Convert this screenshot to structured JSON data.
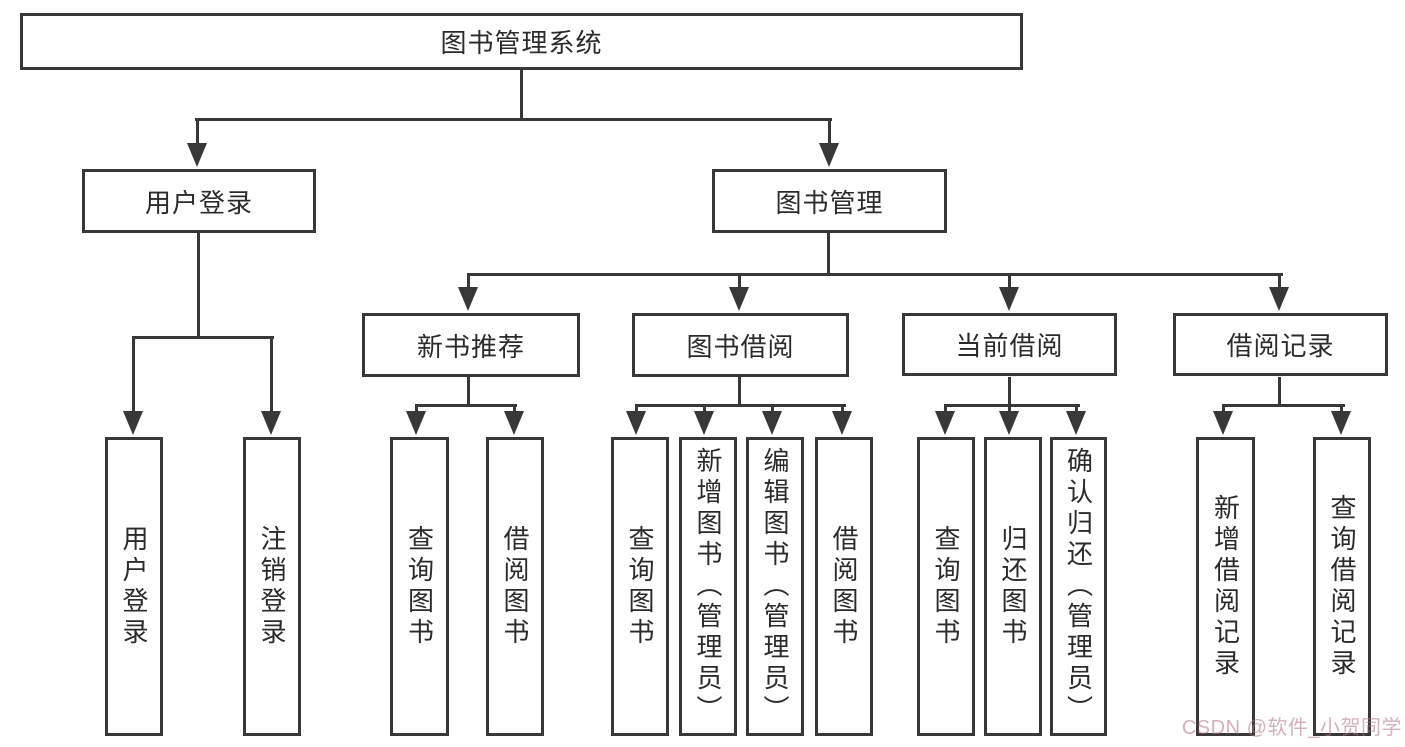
{
  "tree": {
    "label": "图书管理系统",
    "children": [
      {
        "label": "用户登录",
        "children": [
          {
            "label": "用户登录"
          },
          {
            "label": "注销登录"
          }
        ]
      },
      {
        "label": "图书管理",
        "children": [
          {
            "label": "新书推荐",
            "children": [
              {
                "label": "查询图书"
              },
              {
                "label": "借阅图书"
              }
            ]
          },
          {
            "label": "图书借阅",
            "children": [
              {
                "label": "查询图书"
              },
              {
                "label": "新增图书（管理员）"
              },
              {
                "label": "编辑图书（管理员）"
              },
              {
                "label": "借阅图书"
              }
            ]
          },
          {
            "label": "当前借阅",
            "children": [
              {
                "label": "查询图书"
              },
              {
                "label": "归还图书"
              },
              {
                "label": "确认归还（管理员）"
              }
            ]
          },
          {
            "label": "借阅记录",
            "children": [
              {
                "label": "新增借阅记录"
              },
              {
                "label": "查询借阅记录"
              }
            ]
          }
        ]
      }
    ]
  },
  "watermark": {
    "text": "CSDN @软件_小贺同学"
  },
  "colors": {
    "line": "#383838",
    "text": "#2b2b2b",
    "background": "#ffffff",
    "watermark": "#b0737e"
  }
}
